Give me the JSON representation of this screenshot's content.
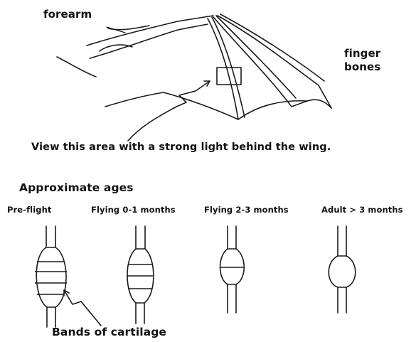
{
  "wing_diagram": {
    "forearm_label": "forearm",
    "finger_label_line1": "finger",
    "finger_label_line2": "bones",
    "instruction": "View this area with a strong light behind the wing."
  },
  "ages_section": {
    "title": "Approximate ages",
    "stages": [
      {
        "label": "Pre-flight",
        "bands": 4
      },
      {
        "label": "Flying 0-1 months",
        "bands": 3
      },
      {
        "label": "Flying 2-3 months",
        "bands": 1
      },
      {
        "label": "Adult > 3 months",
        "bands": 0
      }
    ],
    "bands_label": "Bands of cartilage"
  }
}
